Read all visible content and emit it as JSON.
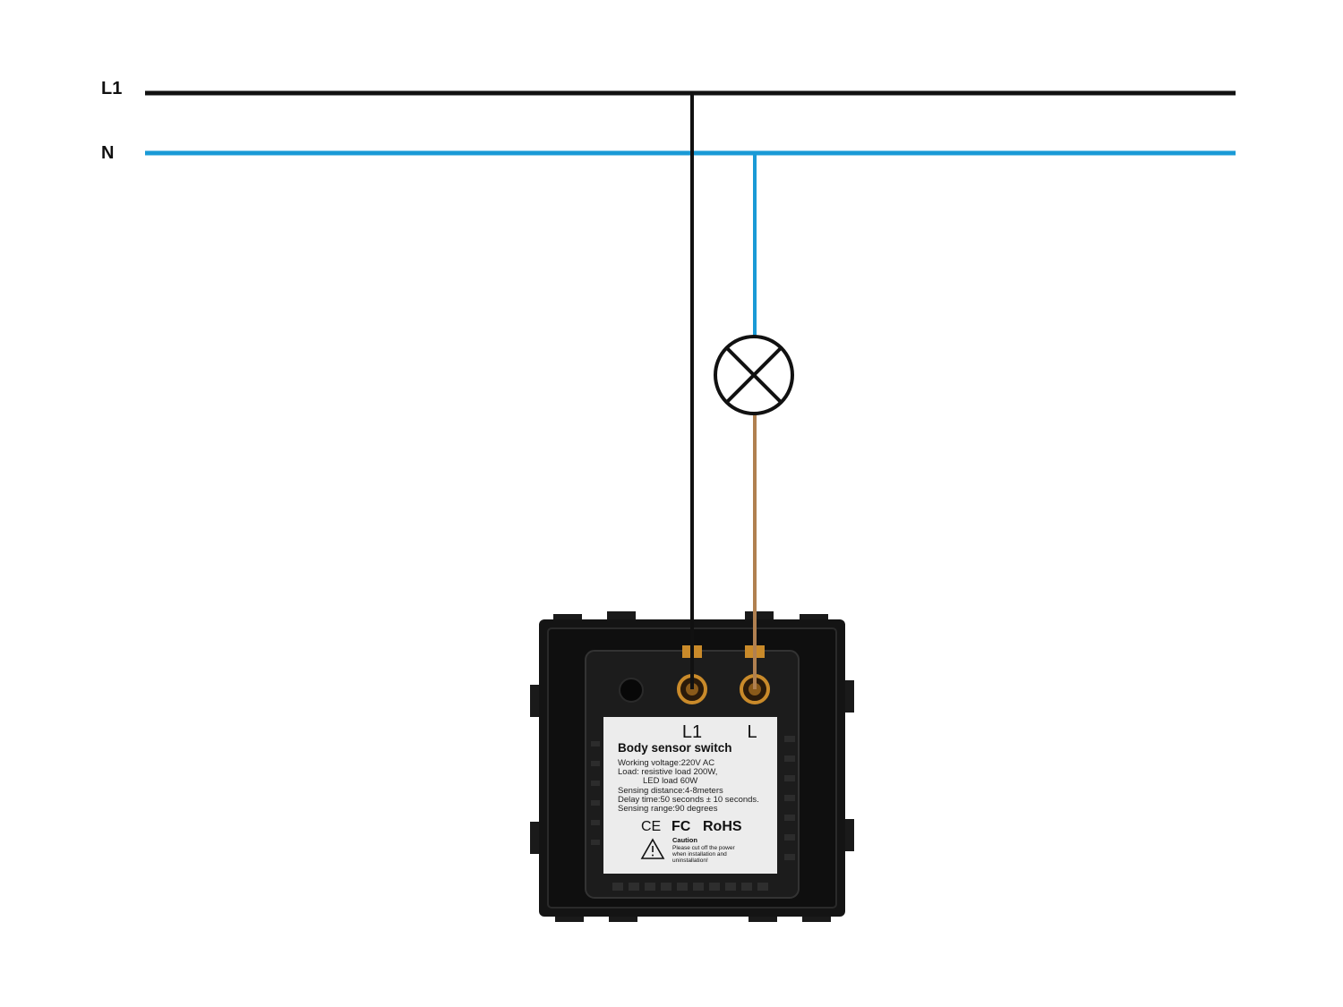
{
  "rails": {
    "live_label": "L1",
    "neutral_label": "N"
  },
  "switch": {
    "terminal_l1": "L1",
    "terminal_l": "L",
    "title": "Body sensor switch",
    "specs": {
      "voltage": "Working voltage:220V AC",
      "load": "Load: resistive load 200W,",
      "led_load": "LED load 60W",
      "distance": "Sensing distance:4-8meters",
      "delay": "Delay time:50 seconds ± 10 seconds.",
      "range": "Sensing range:90 degrees"
    },
    "certifications": [
      "CE",
      "FC",
      "RoHS"
    ],
    "caution": {
      "heading": "Caution",
      "line1": "Please cut off the power",
      "line2": "when installation and",
      "line3": "uninstallation!"
    }
  },
  "colors": {
    "live_wire": "#111111",
    "neutral_wire": "#1a9ad6",
    "load_wire": "#b08050",
    "housing": "#141414",
    "label_bg": "#ececec",
    "terminal_brass": "#c98a2a"
  },
  "icons": {
    "lamp": "lamp-symbol-icon",
    "warning": "warning-triangle-icon"
  }
}
